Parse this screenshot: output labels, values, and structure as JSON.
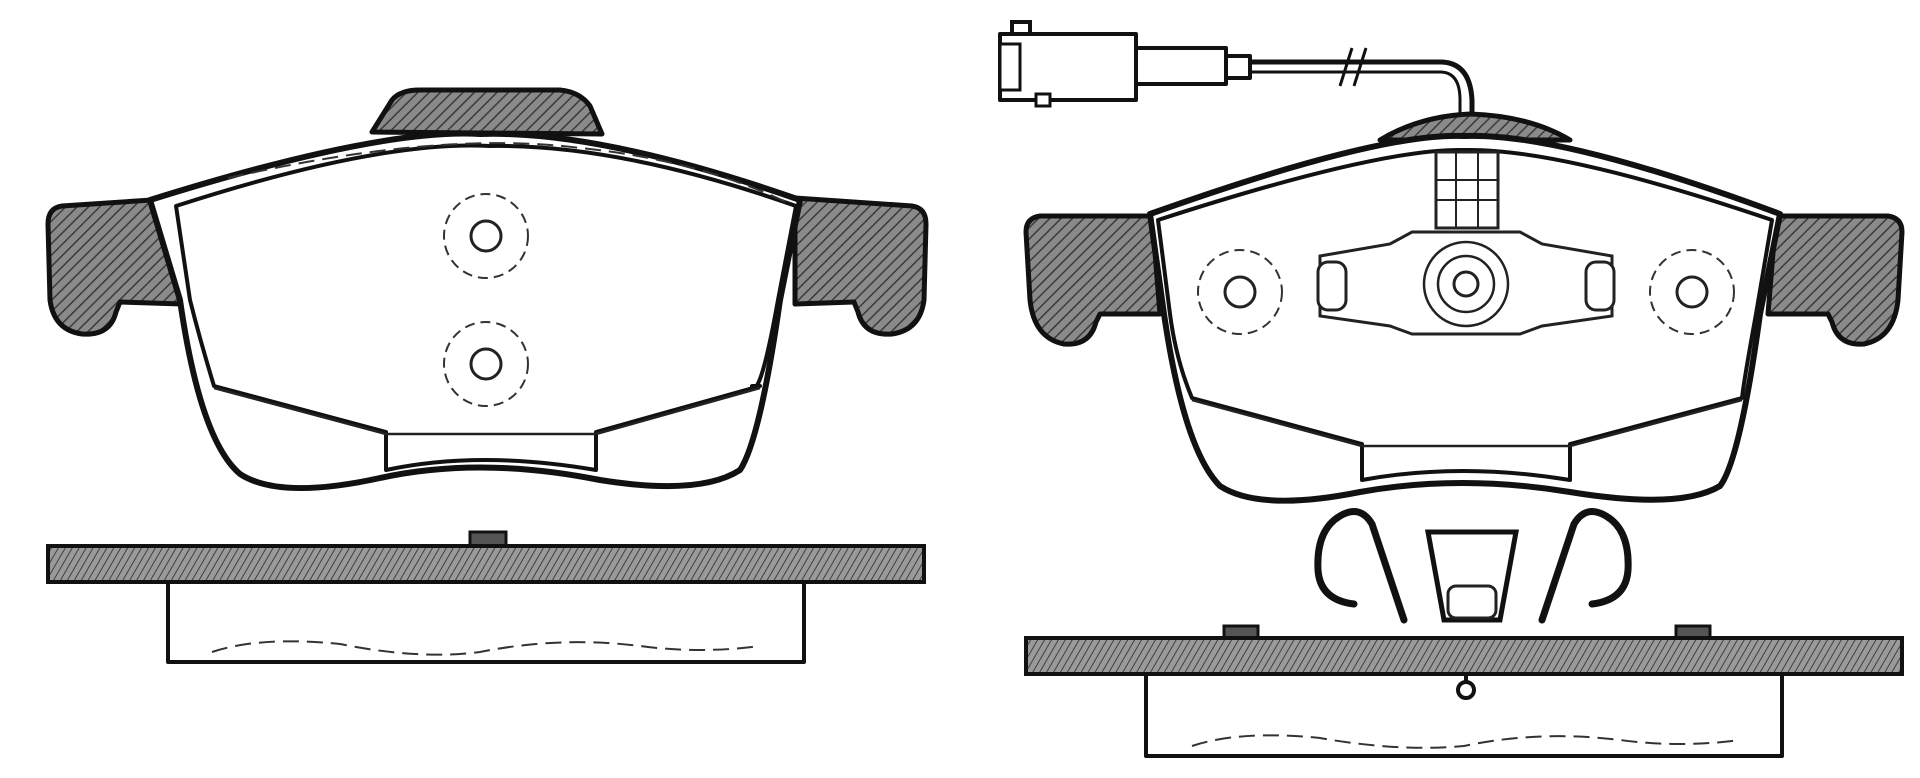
{
  "diagram": {
    "components": [
      "pad-front-view",
      "pad-side-view",
      "pad-with-wear-sensor-front-view",
      "pad-with-wear-sensor-side-view",
      "anti-rattle-spring-clip"
    ],
    "colors": {
      "line": "#111111",
      "hatch": "#555555",
      "background": "#ffffff"
    }
  }
}
